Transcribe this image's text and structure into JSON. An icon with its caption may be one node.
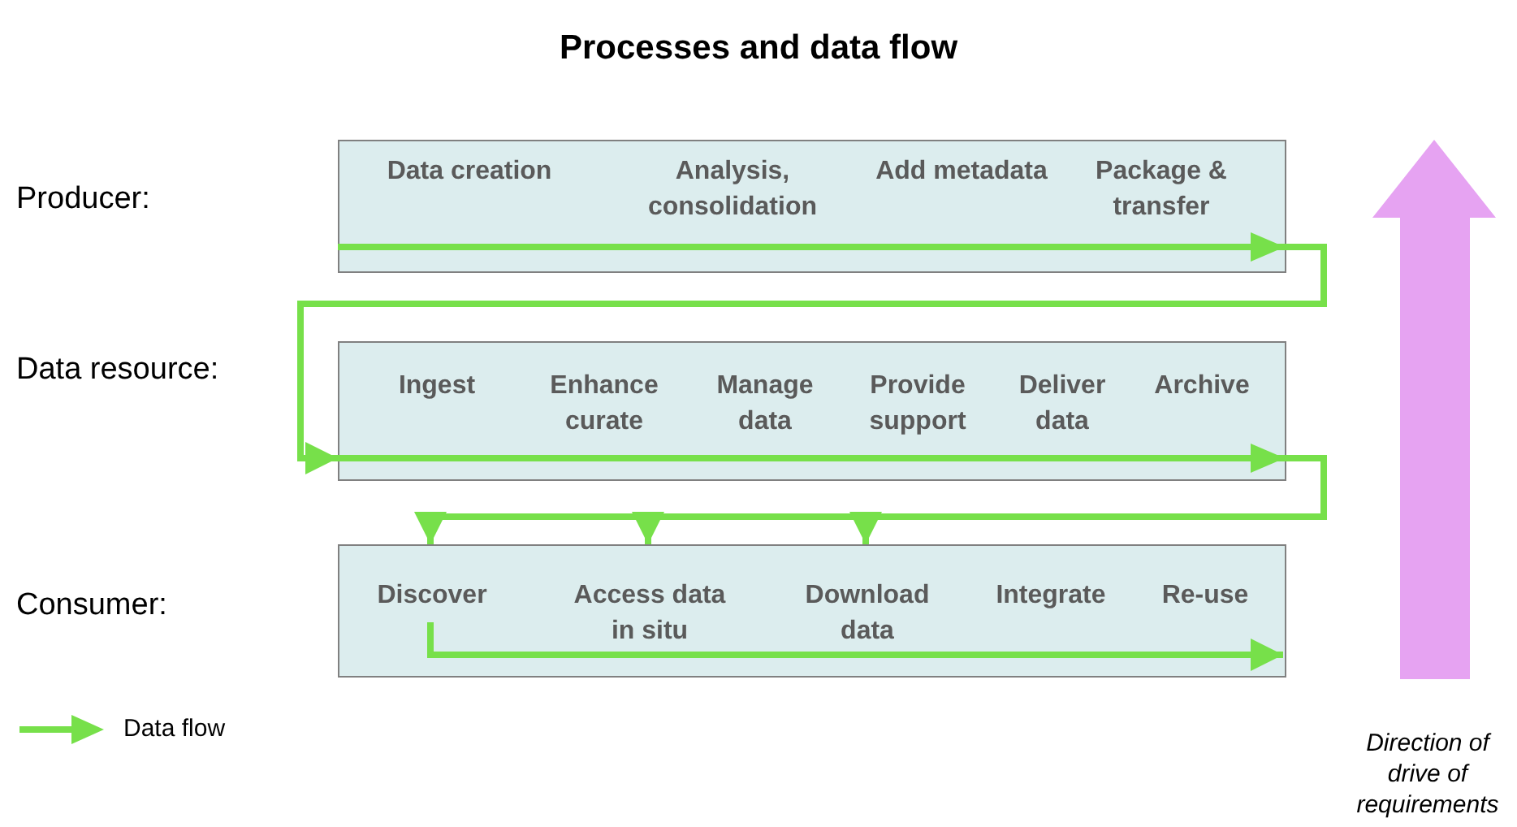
{
  "diagram": {
    "title": "Processes and data flow",
    "nodes": [
      {
        "text": [],
        "shape": "box"
      },
      {
        "text": [
          "Data creation"
        ],
        "in": 0
      },
      {
        "text": [
          "Analysis, consolidation"
        ],
        "in": 0
      },
      {
        "text": [
          "Add metadata"
        ],
        "in": 0
      },
      {
        "text": [
          "Package & transfer"
        ],
        "in": 0
      },
      {
        "text": [],
        "shape": "box"
      },
      {
        "text": [
          "Ingest"
        ],
        "in": 5
      },
      {
        "text": [
          "Enhance curate"
        ],
        "in": 5
      },
      {
        "text": [
          "Manage data"
        ],
        "in": 5
      },
      {
        "text": [
          "Provide support"
        ],
        "in": 5
      },
      {
        "text": [
          "Deliver data"
        ],
        "in": 5
      },
      {
        "text": [
          "Archive"
        ],
        "in": 5
      },
      {
        "text": [],
        "shape": "box"
      },
      {
        "text": [
          "Discover"
        ],
        "in": 12
      },
      {
        "text": [
          "Access data in situ"
        ],
        "in": 12
      },
      {
        "text": [
          "Download data"
        ],
        "in": 12
      },
      {
        "text": [
          "Integrate"
        ],
        "in": 12
      },
      {
        "text": [
          "Re-use"
        ],
        "in": 12
      }
    ],
    "edges": [
      {
        "from": 0,
        "to": 5,
        "arrow": "to"
      },
      {
        "from": 5,
        "to": 13,
        "arrow": "to"
      },
      {
        "from": 5,
        "to": 14,
        "arrow": "to"
      },
      {
        "from": 5,
        "to": 15,
        "arrow": "to"
      },
      {
        "from": 13,
        "to": null,
        "arrow": "to"
      }
    ],
    "labels": [
      "Producer:",
      "Data resource:",
      "Consumer:",
      "Direction of drive of requirements"
    ],
    "legend": [
      {
        "text": "Data flow"
      }
    ]
  }
}
